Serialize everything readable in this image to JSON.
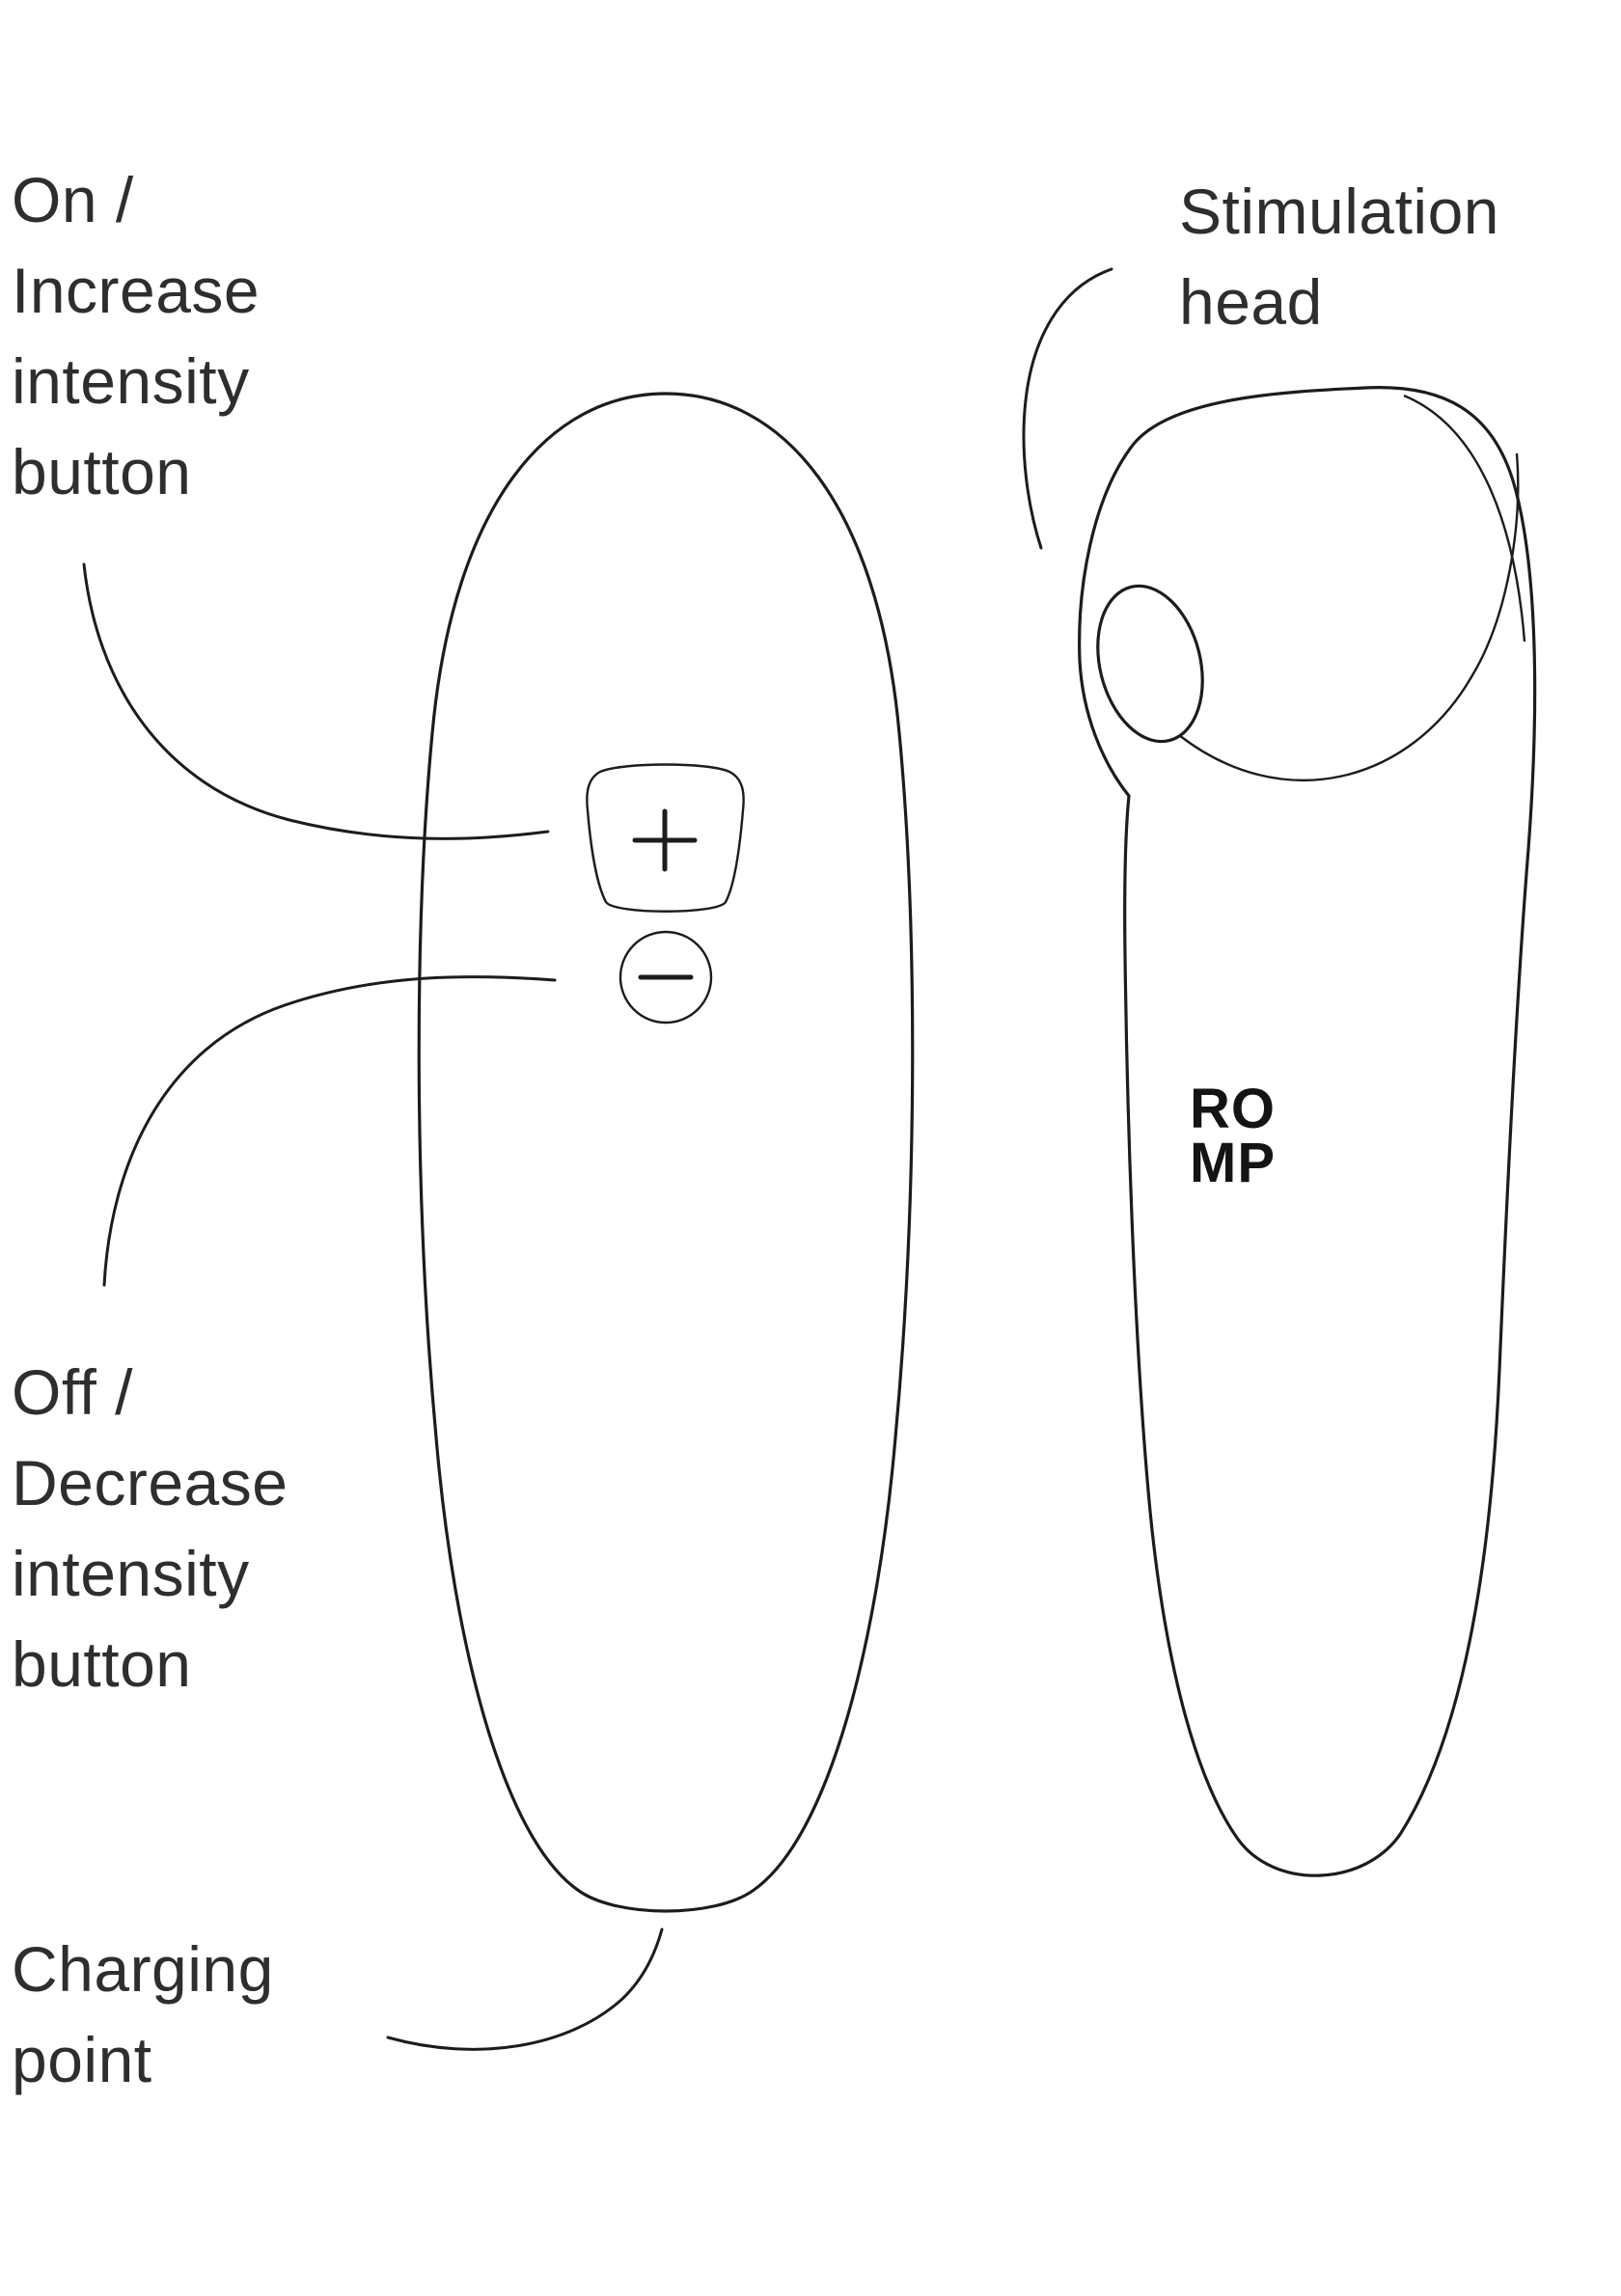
{
  "labels": {
    "on_increase": {
      "lines": [
        "On /",
        "Increase",
        "intensity",
        "button"
      ]
    },
    "stimulation_head": {
      "lines": [
        "Stimulation",
        "head"
      ]
    },
    "off_decrease": {
      "lines": [
        "Off /",
        "Decrease",
        "intensity",
        "button"
      ]
    },
    "charging_point": {
      "lines": [
        "Charging",
        "point"
      ]
    }
  },
  "logo": {
    "line1": "RO",
    "line2": "MP"
  },
  "icons": {
    "plus": "plus-icon",
    "minus": "minus-icon"
  },
  "colors": {
    "background": "#ffffff",
    "line": "#1c1c1c",
    "text": "#2e2e2e",
    "logo": "#141414"
  }
}
